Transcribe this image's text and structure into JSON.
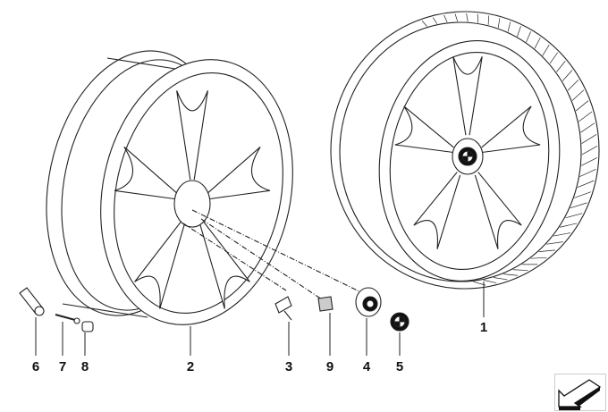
{
  "diagram": {
    "callouts": [
      {
        "id": "1",
        "part": "complete-wheel-tire"
      },
      {
        "id": "2",
        "part": "light-alloy-rim"
      },
      {
        "id": "3",
        "part": "wheel-bolt"
      },
      {
        "id": "4",
        "part": "hub-cap"
      },
      {
        "id": "5",
        "part": "emblem"
      },
      {
        "id": "6",
        "part": "valve"
      },
      {
        "id": "7",
        "part": "valve-insert"
      },
      {
        "id": "8",
        "part": "valve-cap"
      },
      {
        "id": "9",
        "part": "balance-weight"
      }
    ],
    "nav_icon": "arrow-down-left-icon"
  }
}
